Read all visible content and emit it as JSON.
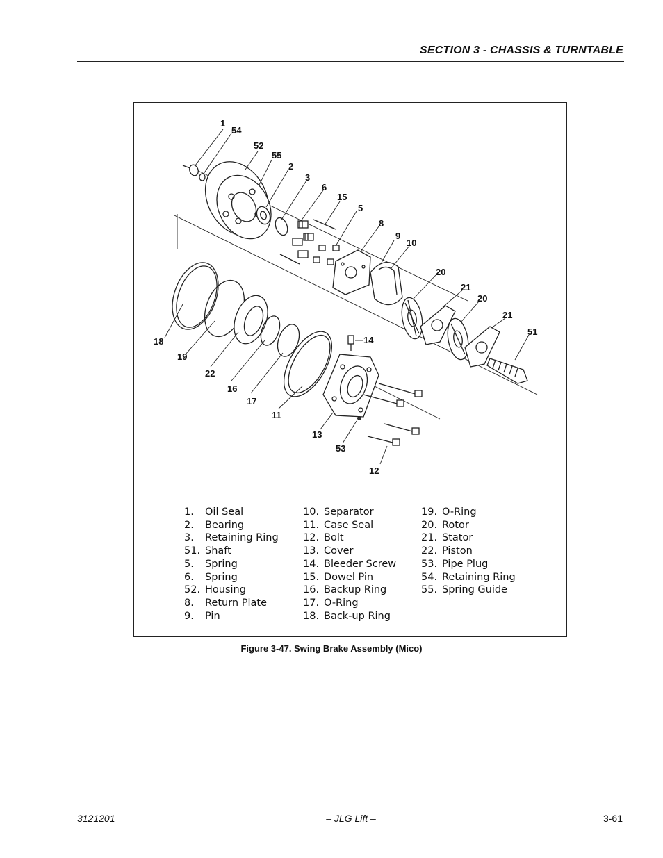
{
  "header": {
    "section_title": "SECTION 3 - CHASSIS & TURNTABLE"
  },
  "figure": {
    "callouts": {
      "c1": "1",
      "c54": "54",
      "c52": "52",
      "c55": "55",
      "c2": "2",
      "c3": "3",
      "c6": "6",
      "c15": "15",
      "c5": "5",
      "c8": "8",
      "c9": "9",
      "c10": "10",
      "c20a": "20",
      "c21a": "21",
      "c20b": "20",
      "c21b": "21",
      "c51": "51",
      "c18": "18",
      "c19": "19",
      "c22": "22",
      "c16": "16",
      "c17": "17",
      "c11": "11",
      "c14": "14",
      "c13": "13",
      "c53": "53",
      "c12": "12"
    },
    "legend": {
      "col1": [
        {
          "num": "1.",
          "label": "Oil Seal"
        },
        {
          "num": "2.",
          "label": "Bearing"
        },
        {
          "num": "3.",
          "label": "Retaining Ring"
        },
        {
          "num": "51.",
          "label": "Shaft"
        },
        {
          "num": "5.",
          "label": "Spring"
        },
        {
          "num": "6.",
          "label": "Spring"
        },
        {
          "num": "52.",
          "label": "Housing"
        },
        {
          "num": "8.",
          "label": "Return Plate"
        },
        {
          "num": "9.",
          "label": "Pin"
        }
      ],
      "col2": [
        {
          "num": "10.",
          "label": "Separator"
        },
        {
          "num": "11.",
          "label": "Case Seal"
        },
        {
          "num": "12.",
          "label": "Bolt"
        },
        {
          "num": "13.",
          "label": "Cover"
        },
        {
          "num": "14.",
          "label": "Bleeder Screw"
        },
        {
          "num": "15.",
          "label": "Dowel Pin"
        },
        {
          "num": "16.",
          "label": "Backup Ring"
        },
        {
          "num": "17.",
          "label": "O-Ring"
        },
        {
          "num": "18.",
          "label": "Back-up Ring"
        }
      ],
      "col3": [
        {
          "num": "19.",
          "label": "O-Ring"
        },
        {
          "num": "20.",
          "label": "Rotor"
        },
        {
          "num": "21.",
          "label": "Stator"
        },
        {
          "num": "22.",
          "label": "Piston"
        },
        {
          "num": "53.",
          "label": "Pipe Plug"
        },
        {
          "num": "54.",
          "label": "Retaining Ring"
        },
        {
          "num": "55.",
          "label": "Spring Guide"
        }
      ]
    },
    "caption": "Figure 3-47.  Swing Brake Assembly (Mico)"
  },
  "footer": {
    "doc_number": "3121201",
    "publisher": "– JLG Lift –",
    "page_number": "3-61"
  }
}
